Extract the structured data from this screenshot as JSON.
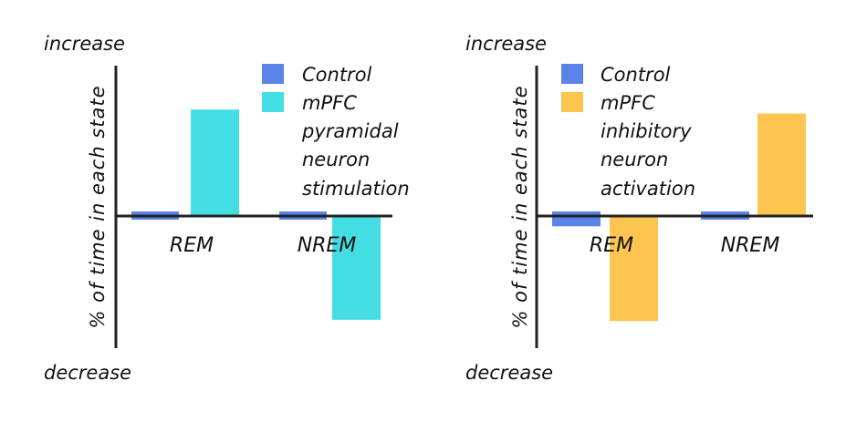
{
  "colors": {
    "control": "#5b82e6",
    "pyramidal": "#45dde4",
    "inhibitory": "#fcc54f",
    "axis": "#222222"
  },
  "chart_data": [
    {
      "type": "bar",
      "categories": [
        "REM",
        "NREM"
      ],
      "ylabel": "% of time in each state",
      "top_label": "increase",
      "bottom_label": "decrease",
      "ylim": [
        -1,
        1
      ],
      "series": [
        {
          "name": "Control",
          "values": [
            0,
            0
          ],
          "color_key": "control"
        },
        {
          "name": "mPFC pyramidal neuron stimulation",
          "legend_lines": [
            "mPFC",
            "pyramidal",
            "neuron",
            "stimulation"
          ],
          "values": [
            0.8,
            -0.78
          ],
          "color_key": "pyramidal"
        }
      ]
    },
    {
      "type": "bar",
      "categories": [
        "REM",
        "NREM"
      ],
      "ylabel": "% of time in each state",
      "top_label": "increase",
      "bottom_label": "decrease",
      "ylim": [
        -1,
        1
      ],
      "series": [
        {
          "name": "Control",
          "values": [
            -0.05,
            0
          ],
          "color_key": "control"
        },
        {
          "name": "mPFC inhibitory neuron activation",
          "legend_lines": [
            "mPFC",
            "inhibitory",
            "neuron",
            "activation"
          ],
          "values": [
            -0.79,
            0.77
          ],
          "color_key": "inhibitory"
        }
      ]
    }
  ]
}
